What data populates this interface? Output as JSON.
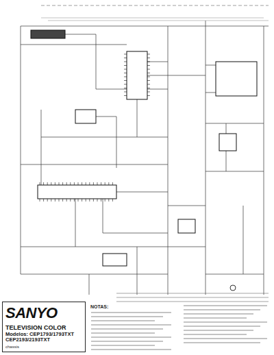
{
  "diagram": {
    "nodes": [
      {
        "text": [
          "SANYO",
          "TELEVISION COLOR",
          "Modelos: CEP1793/1793TXT CEP2193/2193TXT",
          "chassis"
        ]
      }
    ],
    "labels": [
      "NOTAS:"
    ]
  }
}
